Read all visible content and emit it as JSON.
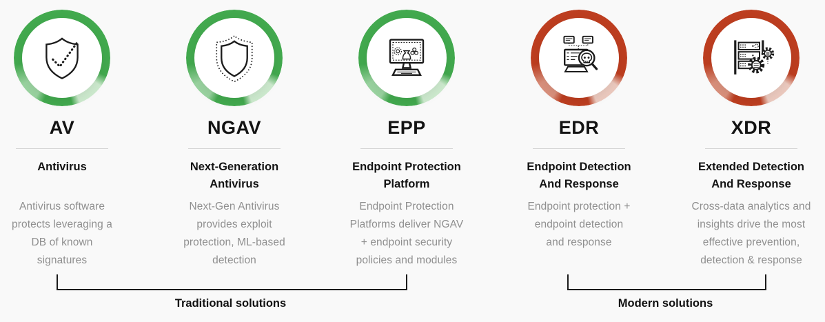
{
  "page": {
    "background": "#f9f9f9",
    "groups": {
      "traditional": {
        "label": "Traditional solutions",
        "members": [
          "AV",
          "NGAV",
          "EPP"
        ]
      },
      "modern": {
        "label": "Modern solutions",
        "members": [
          "EDR",
          "XDR"
        ]
      }
    }
  },
  "colors": {
    "green_ring": "#42a94e",
    "green_ring_light": "#cdeace",
    "red_ring": "#bd3e20",
    "red_ring_light": "#eccabf",
    "title_text": "#131313",
    "body_text": "#8f8f8f",
    "divider": "#d6d6d6",
    "bracket": "#1b1b1b"
  },
  "columns": [
    {
      "acronym": "AV",
      "subtitle": "Antivirus",
      "description": "Antivirus software\nprotects leveraging a\nDB of known\nsignatures",
      "theme": "green",
      "icon": "shield-check-icon"
    },
    {
      "acronym": "NGAV",
      "subtitle": "Next-Generation\nAntivirus",
      "description": "Next-Gen Antivirus\nprovides exploit\nprotection, ML-based\ndetection",
      "theme": "green",
      "icon": "double-shield-icon"
    },
    {
      "acronym": "EPP",
      "subtitle": "Endpoint Protection\nPlatform",
      "description": "Endpoint Protection\nPlatforms deliver NGAV\n+ endpoint security\npolicies and modules",
      "theme": "green",
      "icon": "monitor-threats-icon"
    },
    {
      "acronym": "EDR",
      "subtitle": "Endpoint Detection\nAnd Response",
      "description": "Endpoint protection +\nendpoint detection\nand response",
      "theme": "red",
      "icon": "monitor-magnifier-skull-icon"
    },
    {
      "acronym": "XDR",
      "subtitle": "Extended Detection\nAnd Response",
      "description": "Cross-data analytics and\ninsights drive the most\neffective prevention,\ndetection & response",
      "theme": "red",
      "icon": "server-gears-icon"
    }
  ]
}
